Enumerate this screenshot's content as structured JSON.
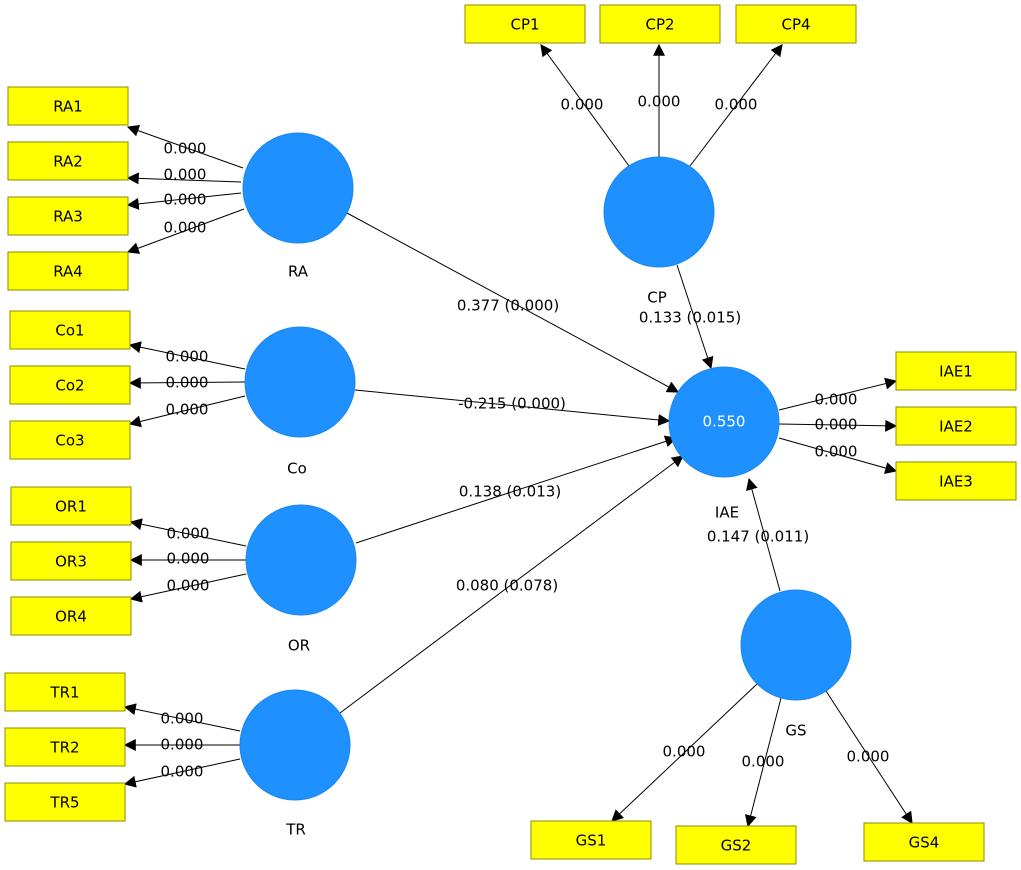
{
  "colors": {
    "latent_fill": "#1e90ff",
    "indicator_fill": "#ffff00",
    "indicator_border": "#8c8c00",
    "edge": "#000000"
  },
  "latent_variables": [
    {
      "id": "RA",
      "label": "RA",
      "r2": ""
    },
    {
      "id": "Co",
      "label": "Co",
      "r2": ""
    },
    {
      "id": "OR",
      "label": "OR",
      "r2": ""
    },
    {
      "id": "TR",
      "label": "TR",
      "r2": ""
    },
    {
      "id": "CP",
      "label": "CP",
      "r2": ""
    },
    {
      "id": "IAE",
      "label": "IAE",
      "r2": "0.550"
    },
    {
      "id": "GS",
      "label": "GS",
      "r2": ""
    }
  ],
  "indicators": [
    {
      "id": "RA1",
      "label": "RA1",
      "latent": "RA"
    },
    {
      "id": "RA2",
      "label": "RA2",
      "latent": "RA"
    },
    {
      "id": "RA3",
      "label": "RA3",
      "latent": "RA"
    },
    {
      "id": "RA4",
      "label": "RA4",
      "latent": "RA"
    },
    {
      "id": "Co1",
      "label": "Co1",
      "latent": "Co"
    },
    {
      "id": "Co2",
      "label": "Co2",
      "latent": "Co"
    },
    {
      "id": "Co3",
      "label": "Co3",
      "latent": "Co"
    },
    {
      "id": "OR1",
      "label": "OR1",
      "latent": "OR"
    },
    {
      "id": "OR3",
      "label": "OR3",
      "latent": "OR"
    },
    {
      "id": "OR4",
      "label": "OR4",
      "latent": "OR"
    },
    {
      "id": "TR1",
      "label": "TR1",
      "latent": "TR"
    },
    {
      "id": "TR2",
      "label": "TR2",
      "latent": "TR"
    },
    {
      "id": "TR5",
      "label": "TR5",
      "latent": "TR"
    },
    {
      "id": "CP1",
      "label": "CP1",
      "latent": "CP"
    },
    {
      "id": "CP2",
      "label": "CP2",
      "latent": "CP"
    },
    {
      "id": "CP4",
      "label": "CP4",
      "latent": "CP"
    },
    {
      "id": "IAE1",
      "label": "IAE1",
      "latent": "IAE"
    },
    {
      "id": "IAE2",
      "label": "IAE2",
      "latent": "IAE"
    },
    {
      "id": "IAE3",
      "label": "IAE3",
      "latent": "IAE"
    },
    {
      "id": "GS1",
      "label": "GS1",
      "latent": "GS"
    },
    {
      "id": "GS2",
      "label": "GS2",
      "latent": "GS"
    },
    {
      "id": "GS4",
      "label": "GS4",
      "latent": "GS"
    }
  ],
  "outer_loadings": [
    {
      "from": "RA",
      "to": "RA1",
      "label": "0.000"
    },
    {
      "from": "RA",
      "to": "RA2",
      "label": "0.000"
    },
    {
      "from": "RA",
      "to": "RA3",
      "label": "0.000"
    },
    {
      "from": "RA",
      "to": "RA4",
      "label": "0.000"
    },
    {
      "from": "Co",
      "to": "Co1",
      "label": "0.000"
    },
    {
      "from": "Co",
      "to": "Co2",
      "label": "0.000"
    },
    {
      "from": "Co",
      "to": "Co3",
      "label": "0.000"
    },
    {
      "from": "OR",
      "to": "OR1",
      "label": "0.000"
    },
    {
      "from": "OR",
      "to": "OR3",
      "label": "0.000"
    },
    {
      "from": "OR",
      "to": "OR4",
      "label": "0.000"
    },
    {
      "from": "TR",
      "to": "TR1",
      "label": "0.000"
    },
    {
      "from": "TR",
      "to": "TR2",
      "label": "0.000"
    },
    {
      "from": "TR",
      "to": "TR5",
      "label": "0.000"
    },
    {
      "from": "CP",
      "to": "CP1",
      "label": "0.000"
    },
    {
      "from": "CP",
      "to": "CP2",
      "label": "0.000"
    },
    {
      "from": "CP",
      "to": "CP4",
      "label": "0.000"
    },
    {
      "from": "IAE",
      "to": "IAE1",
      "label": "0.000"
    },
    {
      "from": "IAE",
      "to": "IAE2",
      "label": "0.000"
    },
    {
      "from": "IAE",
      "to": "IAE3",
      "label": "0.000"
    },
    {
      "from": "GS",
      "to": "GS1",
      "label": "0.000"
    },
    {
      "from": "GS",
      "to": "GS2",
      "label": "0.000"
    },
    {
      "from": "GS",
      "to": "GS4",
      "label": "0.000"
    }
  ],
  "paths": [
    {
      "from": "RA",
      "to": "IAE",
      "label": "0.377 (0.000)"
    },
    {
      "from": "Co",
      "to": "IAE",
      "label": "-0.215 (0.000)"
    },
    {
      "from": "OR",
      "to": "IAE",
      "label": "0.138 (0.013)"
    },
    {
      "from": "TR",
      "to": "IAE",
      "label": "0.080 (0.078)"
    },
    {
      "from": "CP",
      "to": "IAE",
      "label": "0.133 (0.015)"
    },
    {
      "from": "GS",
      "to": "IAE",
      "label": "0.147 (0.011)"
    }
  ]
}
